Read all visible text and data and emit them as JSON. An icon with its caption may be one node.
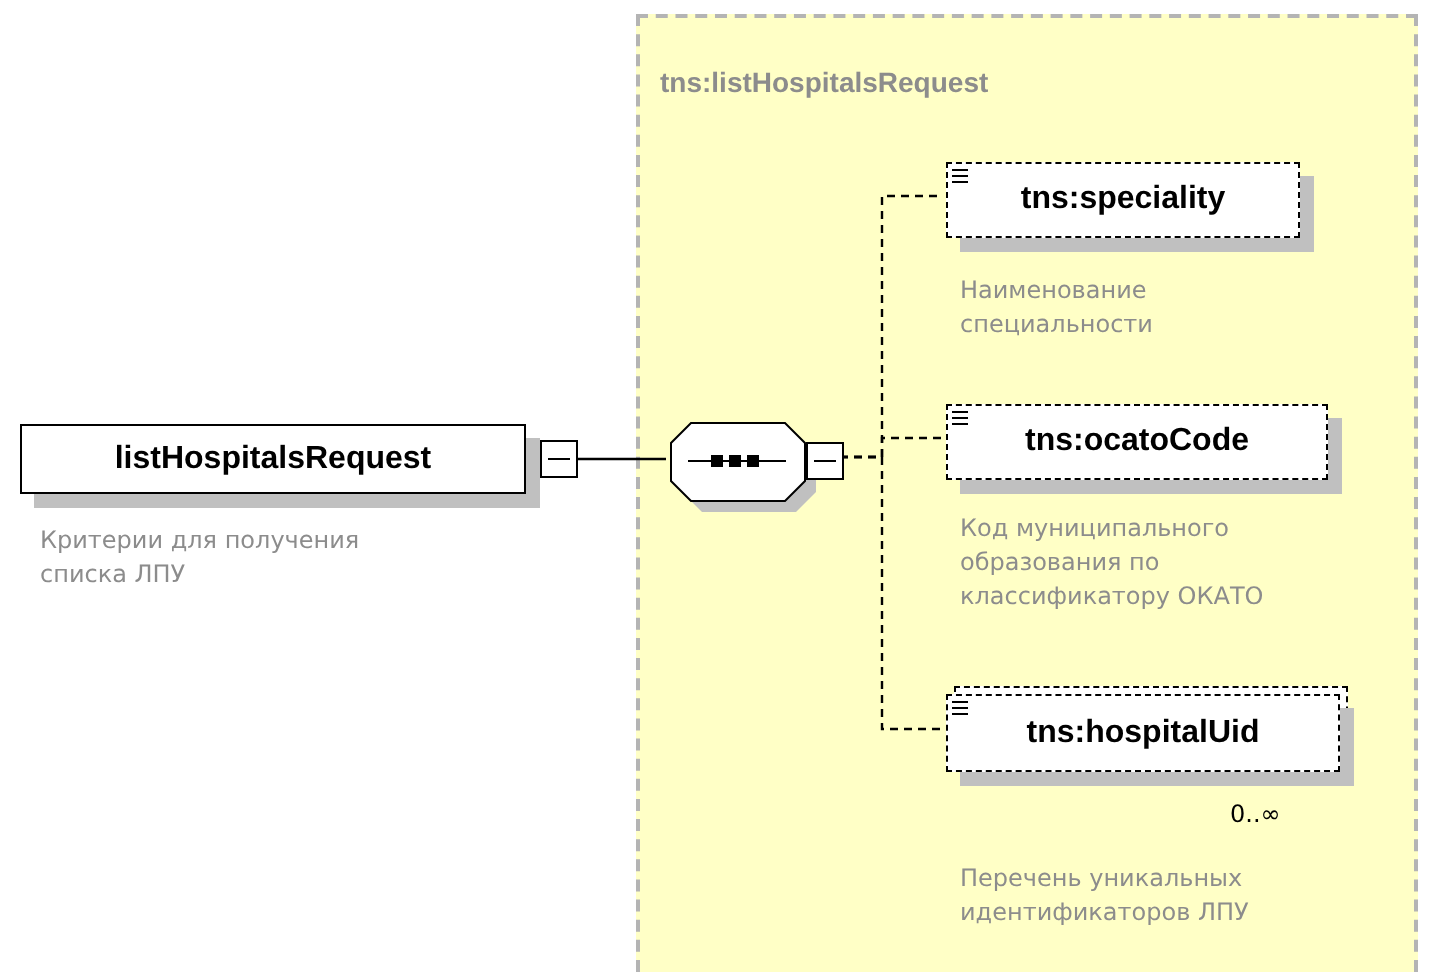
{
  "diagram": {
    "nodes": [
      {
        "text": [
          "listHospitalsRequest"
        ],
        "beside": [
          "Критерии для получения списка ЛПУ"
        ]
      },
      {
        "text": [
          "tns:listHospitalsRequest"
        ]
      },
      {
        "text": [],
        "shape": "octagon",
        "in": 1
      },
      {
        "text": [
          "tns:speciality"
        ],
        "in": 1,
        "beside": [
          "Наименование специальности"
        ]
      },
      {
        "text": [
          "tns:ocatoCode"
        ],
        "in": 1,
        "beside": [
          "Код муниципального образования по классификатору ОКАТО"
        ]
      },
      {
        "text": [
          "tns:hospitalUid"
        ],
        "in": 1,
        "beside": [
          "0..∞",
          "Перечень уникальных идентификаторов ЛПУ"
        ]
      }
    ],
    "edges": [
      {
        "from": 0,
        "to": 2,
        "arrow": "none"
      },
      {
        "from": 2,
        "to": 3,
        "arrow": "none",
        "style": "dashed"
      },
      {
        "from": 2,
        "to": 4,
        "arrow": "none",
        "style": "dashed"
      },
      {
        "from": 2,
        "to": 5,
        "arrow": "none",
        "style": "dashed"
      }
    ]
  }
}
